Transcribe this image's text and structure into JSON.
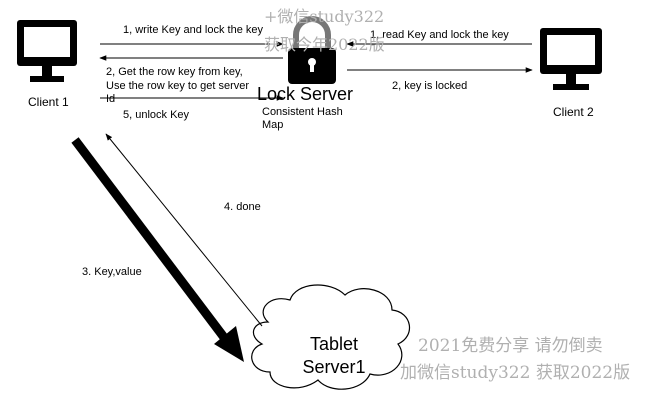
{
  "nodes": {
    "client1": {
      "label": "Client 1"
    },
    "client2": {
      "label": "Client 2"
    },
    "lock_server": {
      "label": "Lock Server",
      "sublabel_line1": "Consistent  Hash",
      "sublabel_line2": "Map"
    },
    "tablet_server": {
      "label_line1": "Tablet",
      "label_line2": "Server1"
    }
  },
  "edges": {
    "e1": "1, write Key and lock the key",
    "e1b": "1, read Key and lock the key",
    "e2": "2, key is locked",
    "e2b_line1": "2, Get the row key from key,",
    "e2b_line2": "Use the row key to get server",
    "e2b_line3": "Id",
    "e3": "3. Key,value",
    "e4": "4. done",
    "e5": "5, unlock Key"
  },
  "watermarks": {
    "top_line1": "+微信study322",
    "top_line2": "获取今年2022版",
    "bottom_line1": "2021免费分享  请勿倒卖",
    "bottom_line2": "加微信study322  获取2022版"
  },
  "colors": {
    "monitor": "#000000",
    "lock_body": "#000000",
    "edge": "#000000",
    "watermark": "#b0b0b0"
  }
}
